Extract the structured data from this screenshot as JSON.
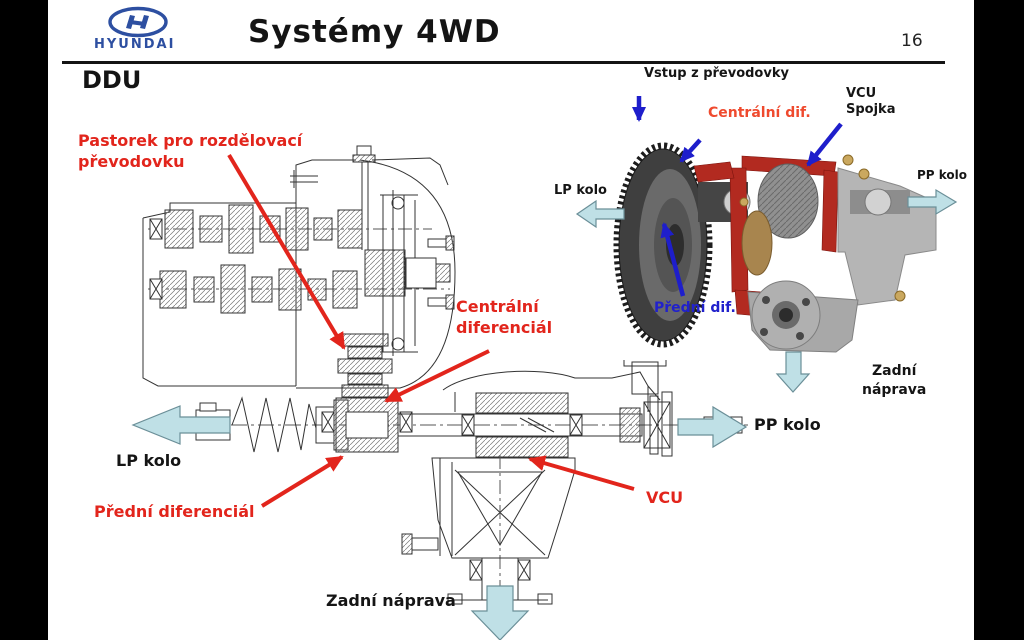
{
  "header": {
    "brand": "HYUNDAI",
    "title": "Systémy 4WD",
    "page_number": "16",
    "section": "DDU"
  },
  "diagram_labels": {
    "pinion_line1": "Pastorek pro rozdělovací",
    "pinion_line2": "převodovku",
    "central_diff_line1": "Centrální",
    "central_diff_line2": "diferenciál",
    "front_diff": "Přední diferenciál",
    "vcu": "VCU",
    "lp_wheel": "LP kolo",
    "pp_wheel": "PP kolo",
    "rear_axle": "Zadní náprava"
  },
  "photo_labels": {
    "input": "Vstup z převodovky",
    "vcu_line1": "VCU",
    "vcu_line2": "Spojka",
    "central_diff": "Centrální dif.",
    "lp_wheel": "LP kolo",
    "pp_wheel": "PP kolo",
    "front_diff": "Přední dif.",
    "rear_axle_line1": "Zadní",
    "rear_axle_line2": "náprava"
  },
  "colors": {
    "label_red": "#e2251c",
    "photo_label_red": "#ef4a2e",
    "annotation_blue": "#1e1ecb",
    "label_blue": "#2121cc",
    "cyan_arrow_fill": "#bfe0e6",
    "hyundai_blue": "#2d4fa1",
    "line_black": "#333333"
  }
}
